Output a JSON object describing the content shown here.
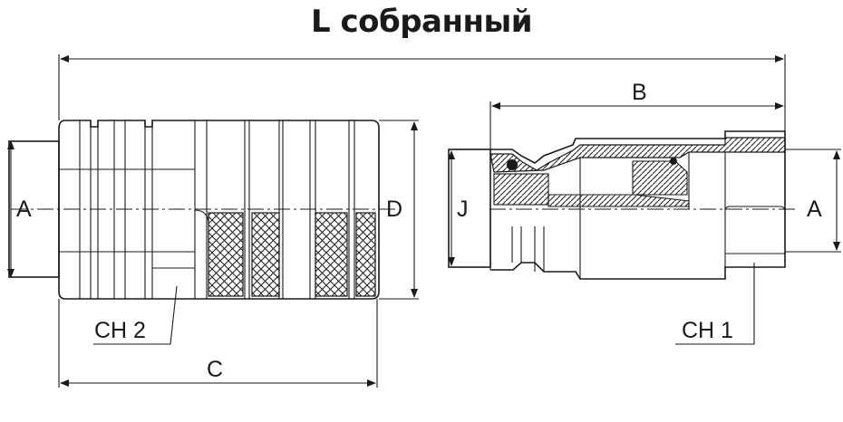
{
  "title": "L собранный",
  "labels": {
    "a_left": "A",
    "d": "D",
    "ch2": "CH 2",
    "c": "C",
    "b": "B",
    "j": "J",
    "a_right": "A",
    "ch1": "CH 1"
  }
}
